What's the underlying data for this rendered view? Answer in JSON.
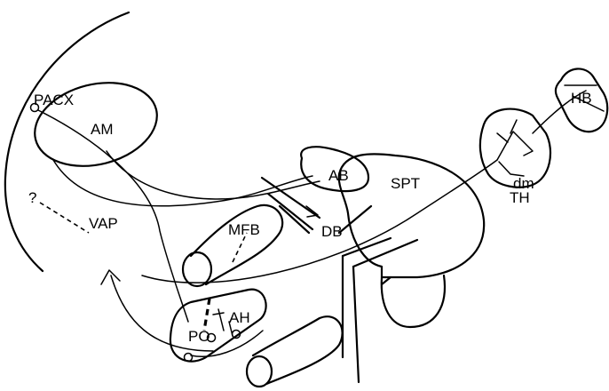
{
  "labels": {
    "pacx": "PACX",
    "am": "AM",
    "question": "?",
    "vap": "VAP",
    "ab": "AB",
    "spt": "SPT",
    "db": "DB",
    "mfb": "MFB",
    "ah": "AH",
    "po": "PO",
    "th": "TH",
    "dm": "dm",
    "hb": "HB"
  }
}
